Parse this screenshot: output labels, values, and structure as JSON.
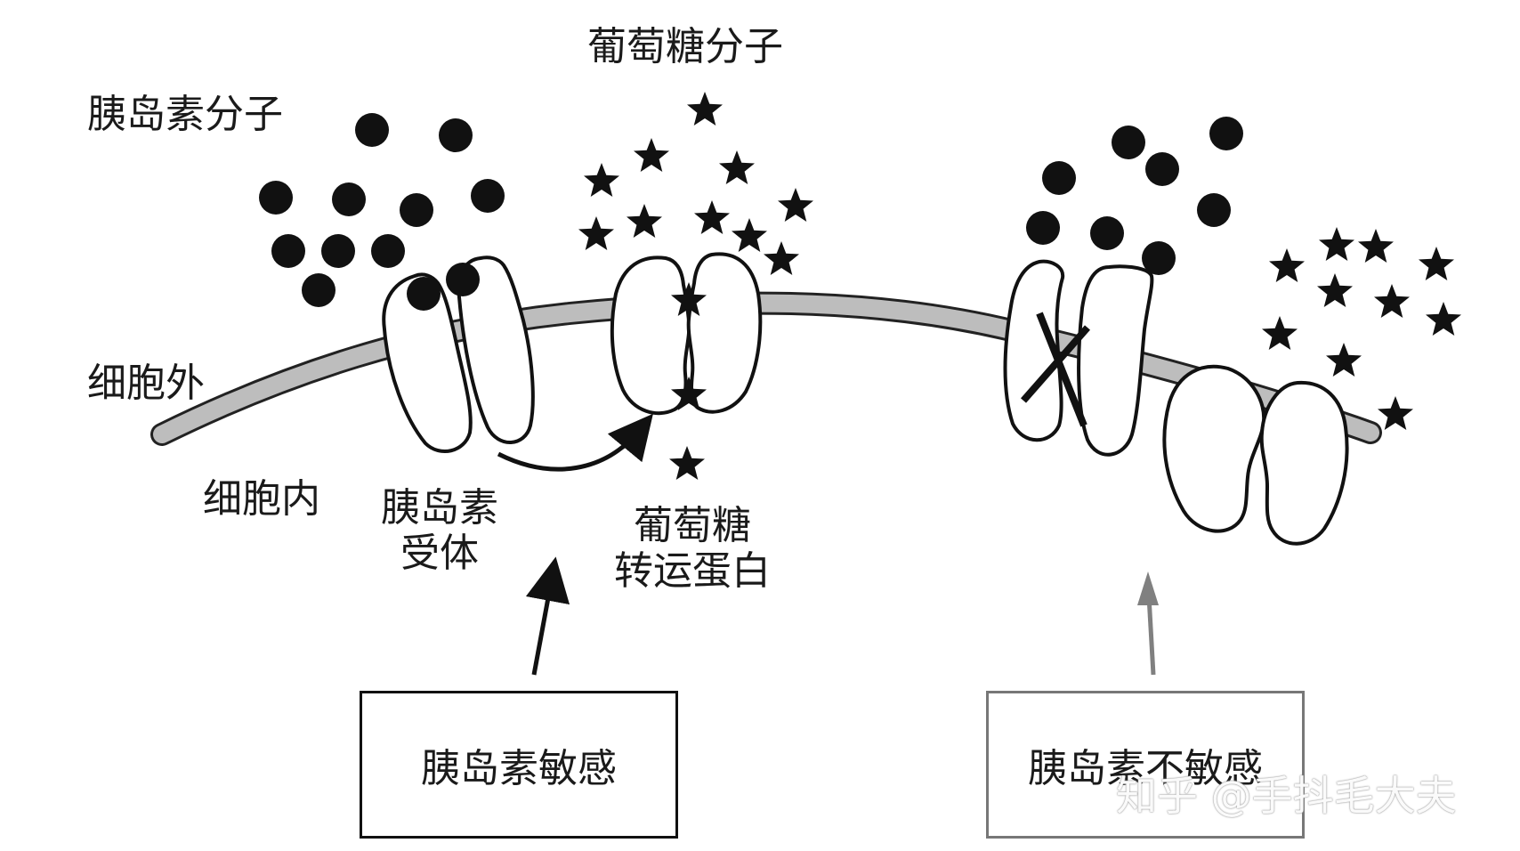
{
  "labels": {
    "insulin_molecule": "胰岛素分子",
    "glucose_molecule": "葡萄糖分子",
    "extracellular": "细胞外",
    "intracellular": "细胞内",
    "insulin_receptor_line1": "胰岛素",
    "insulin_receptor_line2": "受体",
    "glucose_transporter_line1": "葡萄糖",
    "glucose_transporter_line2": "转运蛋白"
  },
  "boxes": {
    "sensitive": "胰岛素敏感",
    "insensitive": "胰岛素不敏感"
  },
  "watermark": "知乎 @手抖毛大夫",
  "colors": {
    "membrane_fill": "#bdbdbd",
    "membrane_edge": "#222222",
    "molecule": "#111111",
    "gray_arrow": "#808080"
  }
}
